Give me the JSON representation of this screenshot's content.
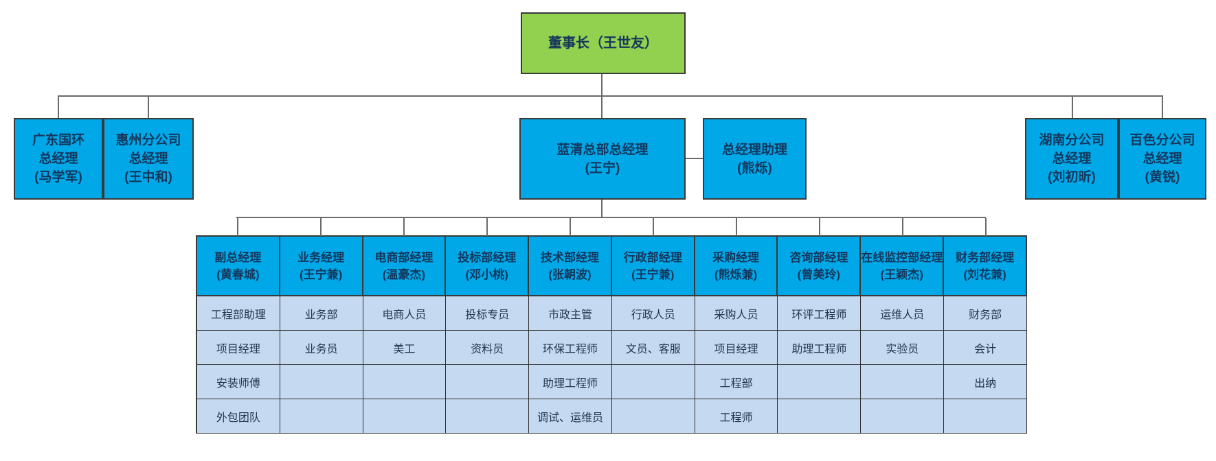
{
  "palette": {
    "green_box": "#92D050",
    "blue_box": "#00A8E8",
    "cell_bg": "#C5D9F0",
    "connector_line": "#6A6A6A",
    "box_border": "#3A3A3A",
    "box_text": "#16365C",
    "cell_text": "#21374D",
    "background": "#FFFFFF"
  },
  "chairman": {
    "label": "董事长（王世友）"
  },
  "level2": {
    "gd": {
      "lines": [
        "广东国环",
        "总经理",
        "(马学军)"
      ]
    },
    "hz": {
      "lines": [
        "惠州分公司",
        "总经理",
        "(王中和)"
      ]
    },
    "lq": {
      "lines": [
        "蓝清总部总经理",
        "(王宁)"
      ]
    },
    "assistant": {
      "lines": [
        "总经理助理",
        "(熊烁)"
      ]
    },
    "hn": {
      "lines": [
        "湖南分公司",
        "总经理",
        "(刘初昕)"
      ]
    },
    "bs": {
      "lines": [
        "百色分公司",
        "总经理",
        "(黄锐)"
      ]
    }
  },
  "departments": {
    "headers": [
      {
        "title": "副总经理",
        "name": "(黄春城)"
      },
      {
        "title": "业务经理",
        "name": "(王宁兼)"
      },
      {
        "title": "电商部经理",
        "name": "(温豪杰)"
      },
      {
        "title": "投标部经理",
        "name": "(邓小桃)"
      },
      {
        "title": "技术部经理",
        "name": "(张朝波)"
      },
      {
        "title": "行政部经理",
        "name": "(王宁兼)"
      },
      {
        "title": "采购经理",
        "name": "(熊烁兼)"
      },
      {
        "title": "咨询部经理",
        "name": "(曾美玲)"
      },
      {
        "title": "在线监控部经理",
        "name": "(王颖杰)"
      },
      {
        "title": "财务部经理",
        "name": "(刘花兼)"
      }
    ],
    "rows": [
      [
        "工程部助理",
        "业务部",
        "电商人员",
        "投标专员",
        "市政主管",
        "行政人员",
        "采购人员",
        "环评工程师",
        "运维人员",
        "财务部"
      ],
      [
        "项目经理",
        "业务员",
        "美工",
        "资料员",
        "环保工程师",
        "文员、客服",
        "项目经理",
        "助理工程师",
        "实验员",
        "会计"
      ],
      [
        "安装师傅",
        "",
        "",
        "",
        "助理工程师",
        "",
        "工程部",
        "",
        "",
        "出纳"
      ],
      [
        "外包团队",
        "",
        "",
        "",
        "调试、运维员",
        "",
        "工程师",
        "",
        "",
        ""
      ]
    ]
  }
}
